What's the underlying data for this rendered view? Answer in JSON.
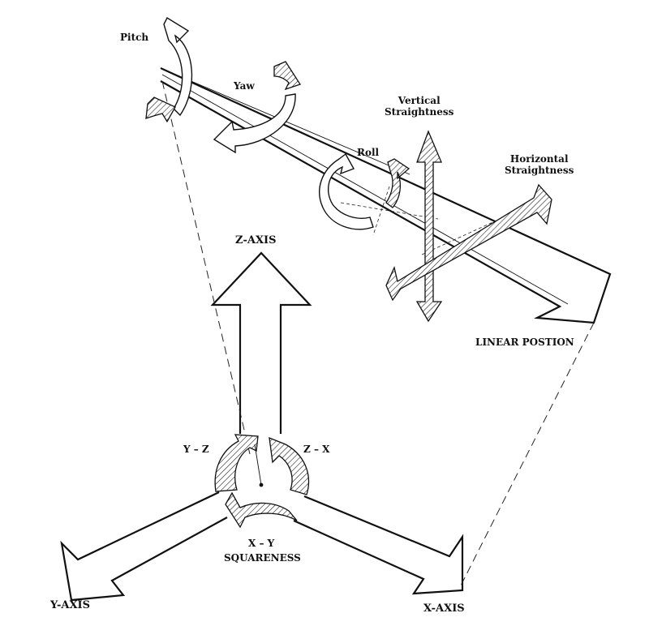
{
  "labels": {
    "pitch": "Pitch",
    "yaw": "Yaw",
    "roll": "Roll",
    "vertical_straightness": "Vertical\nStraightness",
    "horizontal_straightness": "Horizontal\nStraightness",
    "z_axis": "Z-AXIS",
    "linear_position": "LINEAR POSTION",
    "y_z": "Y – Z",
    "z_x": "Z – X",
    "x_y": "X – Y",
    "squareness": "SQUARENESS",
    "y_axis": "Y-AXIS",
    "x_axis": "X-AXIS"
  }
}
